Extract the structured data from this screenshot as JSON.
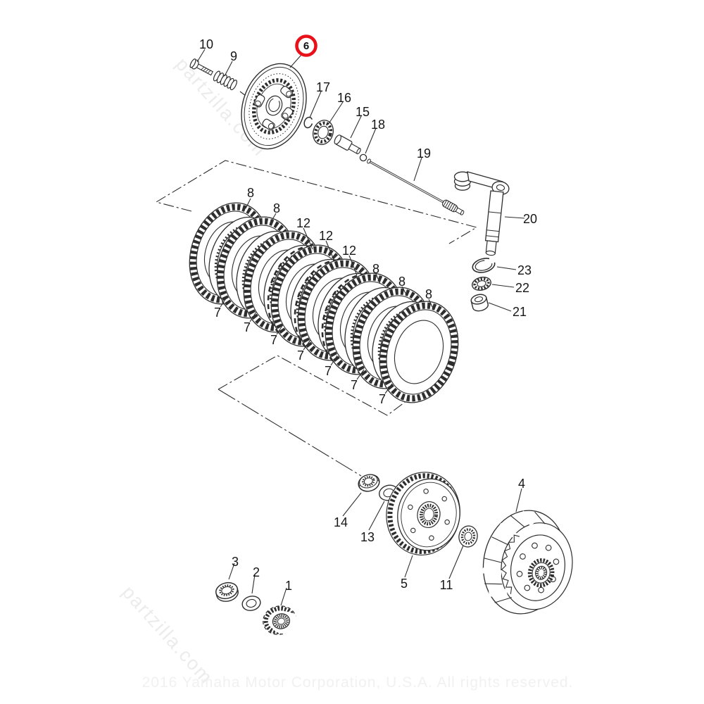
{
  "diagram": {
    "description": "exploded-parts-diagram-clutch",
    "highlight_color": "#e8111a",
    "line_color": "#2e2e2e",
    "watermark": {
      "text": "partzilla.com",
      "color": "#ececec"
    },
    "copyright": {
      "text": "2016 Yamaha Motor Corporation, U.S.A. All rights reserved.",
      "color": "#f1f1f1"
    },
    "labels": {
      "n1": "1",
      "n2": "2",
      "n3": "3",
      "n4": "4",
      "n5": "5",
      "n6": "6",
      "n7": "7",
      "n8": "8",
      "n9": "9",
      "n10": "10",
      "n11": "11",
      "n12": "12",
      "n13": "13",
      "n14": "14",
      "n15": "15",
      "n16": "16",
      "n17": "17",
      "n18": "18",
      "n19": "19",
      "n20": "20",
      "n21": "21",
      "n22": "22",
      "n23": "23"
    }
  }
}
